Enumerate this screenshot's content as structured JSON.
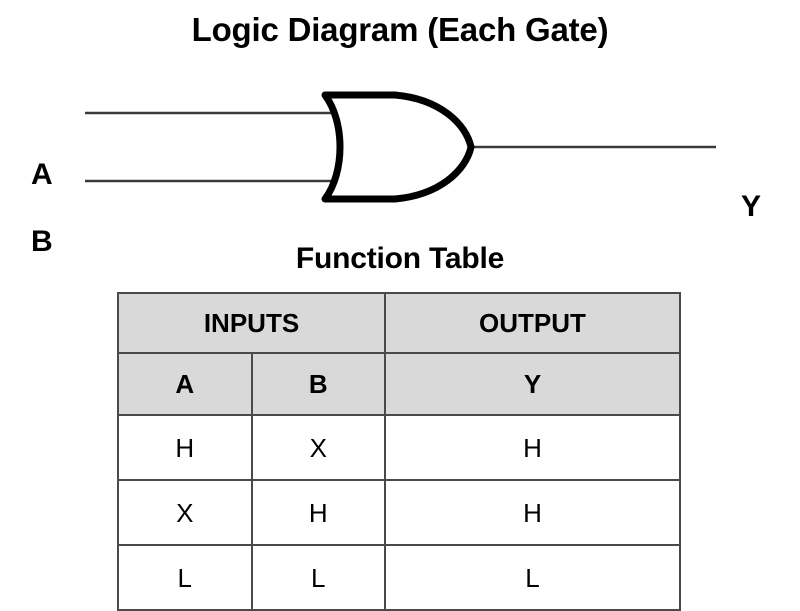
{
  "diagram": {
    "title": "Logic Diagram (Each Gate)",
    "gate_type": "or-gate",
    "inputs": [
      {
        "label": "A"
      },
      {
        "label": "B"
      }
    ],
    "output": {
      "label": "Y"
    },
    "colors": {
      "gate_outline": "#000000",
      "wire": "#3a3a3a",
      "background": "#ffffff"
    }
  },
  "function_table": {
    "title": "Function Table",
    "group_headers": [
      {
        "label": "INPUTS",
        "span": 2
      },
      {
        "label": "OUTPUT",
        "span": 1
      }
    ],
    "column_headers": [
      "A",
      "B",
      "Y"
    ],
    "rows": [
      [
        "H",
        "X",
        "H"
      ],
      [
        "X",
        "H",
        "H"
      ],
      [
        "L",
        "L",
        "L"
      ]
    ],
    "colors": {
      "header_fill": "#d9d9d9",
      "cell_fill": "#ffffff",
      "border": "#4a4a4a"
    }
  }
}
